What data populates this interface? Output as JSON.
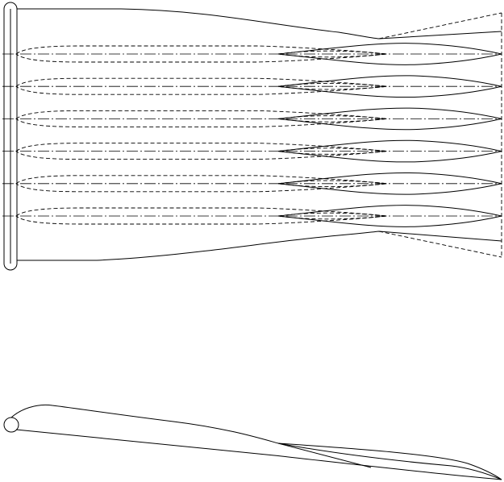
{
  "drawing": {
    "views": [
      "plan-view",
      "side-profile-view"
    ],
    "blade_count": 6,
    "line_color": "#000000",
    "background_color": "#ffffff"
  }
}
